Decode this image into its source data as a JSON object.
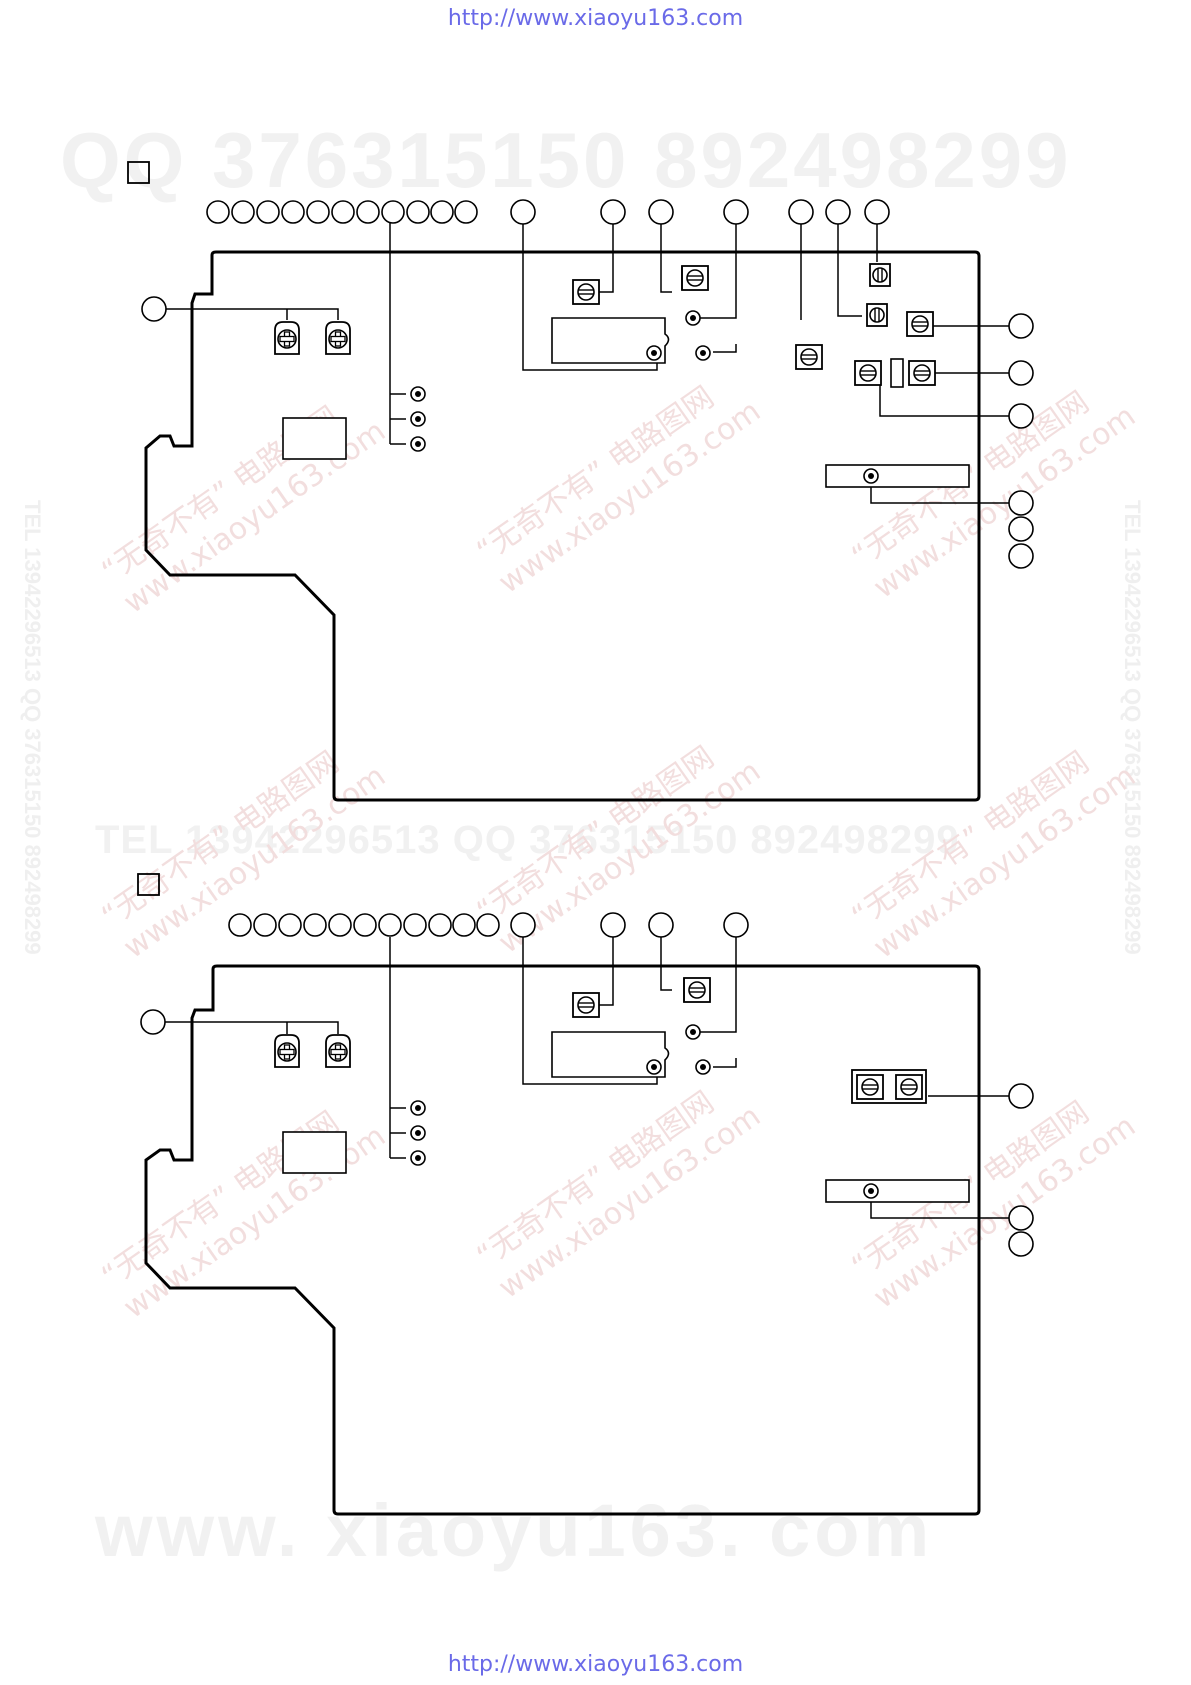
{
  "header": {
    "url": "http://www.xiaoyu163.com"
  },
  "footer": {
    "url": "http://www.xiaoyu163.com"
  },
  "watermarks": {
    "qq": "QQ 376315150   892498299",
    "tel": "TEL 13942296513        QQ 376315150  892498299",
    "site": "www. xiaoyu163. com",
    "side": "TEL 13942296513  QQ 376315150  892498299",
    "diag_line1": "“无奇不有” 电路图网",
    "diag_line2": "www.xiaoyu163.com"
  },
  "colors": {
    "line": "#000000",
    "url": "#6a6ae8",
    "watermark_gray": "#f1f1f1",
    "watermark_pink": "#f2dede"
  }
}
